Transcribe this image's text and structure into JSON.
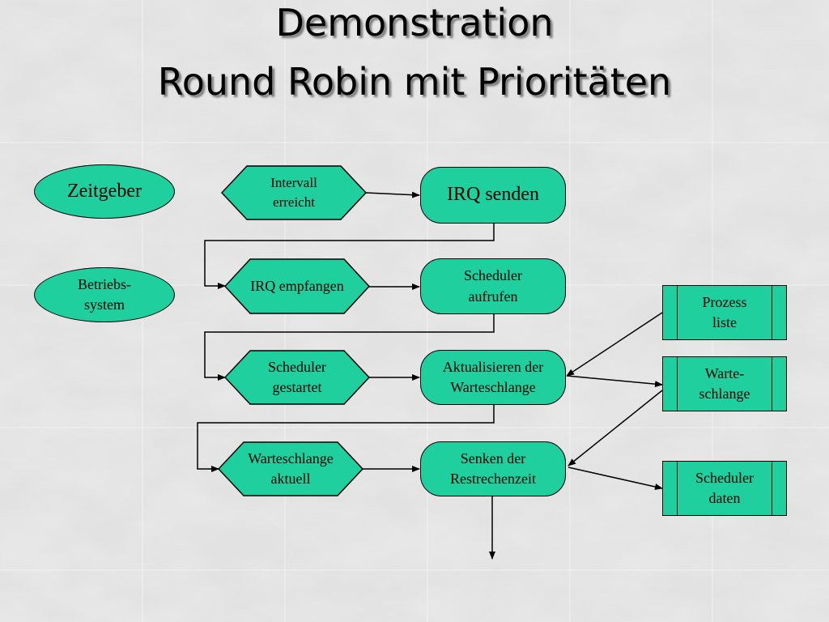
{
  "title": {
    "line1": "Demonstration",
    "line2": "Round Robin mit Prioritäten"
  },
  "colors": {
    "node_fill": "#1fcf9e",
    "background": "#d9d9d9",
    "stroke": "#000000"
  },
  "nodes": {
    "zeitgeber": "Zeitgeber",
    "betriebssystem": [
      "Betriebs-",
      "system"
    ],
    "intervall_erreicht": [
      "Intervall",
      "erreicht"
    ],
    "irq_senden": "IRQ senden",
    "irq_empfangen": "IRQ empfangen",
    "scheduler_aufrufen": [
      "Scheduler",
      "aufrufen"
    ],
    "scheduler_gestartet": [
      "Scheduler",
      "gestartet"
    ],
    "aktualisieren": [
      "Aktualisieren der",
      "Warteschlange"
    ],
    "warteschlange_aktuell": [
      "Warteschlange",
      "aktuell"
    ],
    "senken": [
      "Senken der",
      "Restrechenzeit"
    ],
    "prozessliste": [
      "Prozess",
      "liste"
    ],
    "warteschlange_store": [
      "Warte-",
      "schlange"
    ],
    "schedulerdaten": [
      "Scheduler",
      "daten"
    ]
  }
}
